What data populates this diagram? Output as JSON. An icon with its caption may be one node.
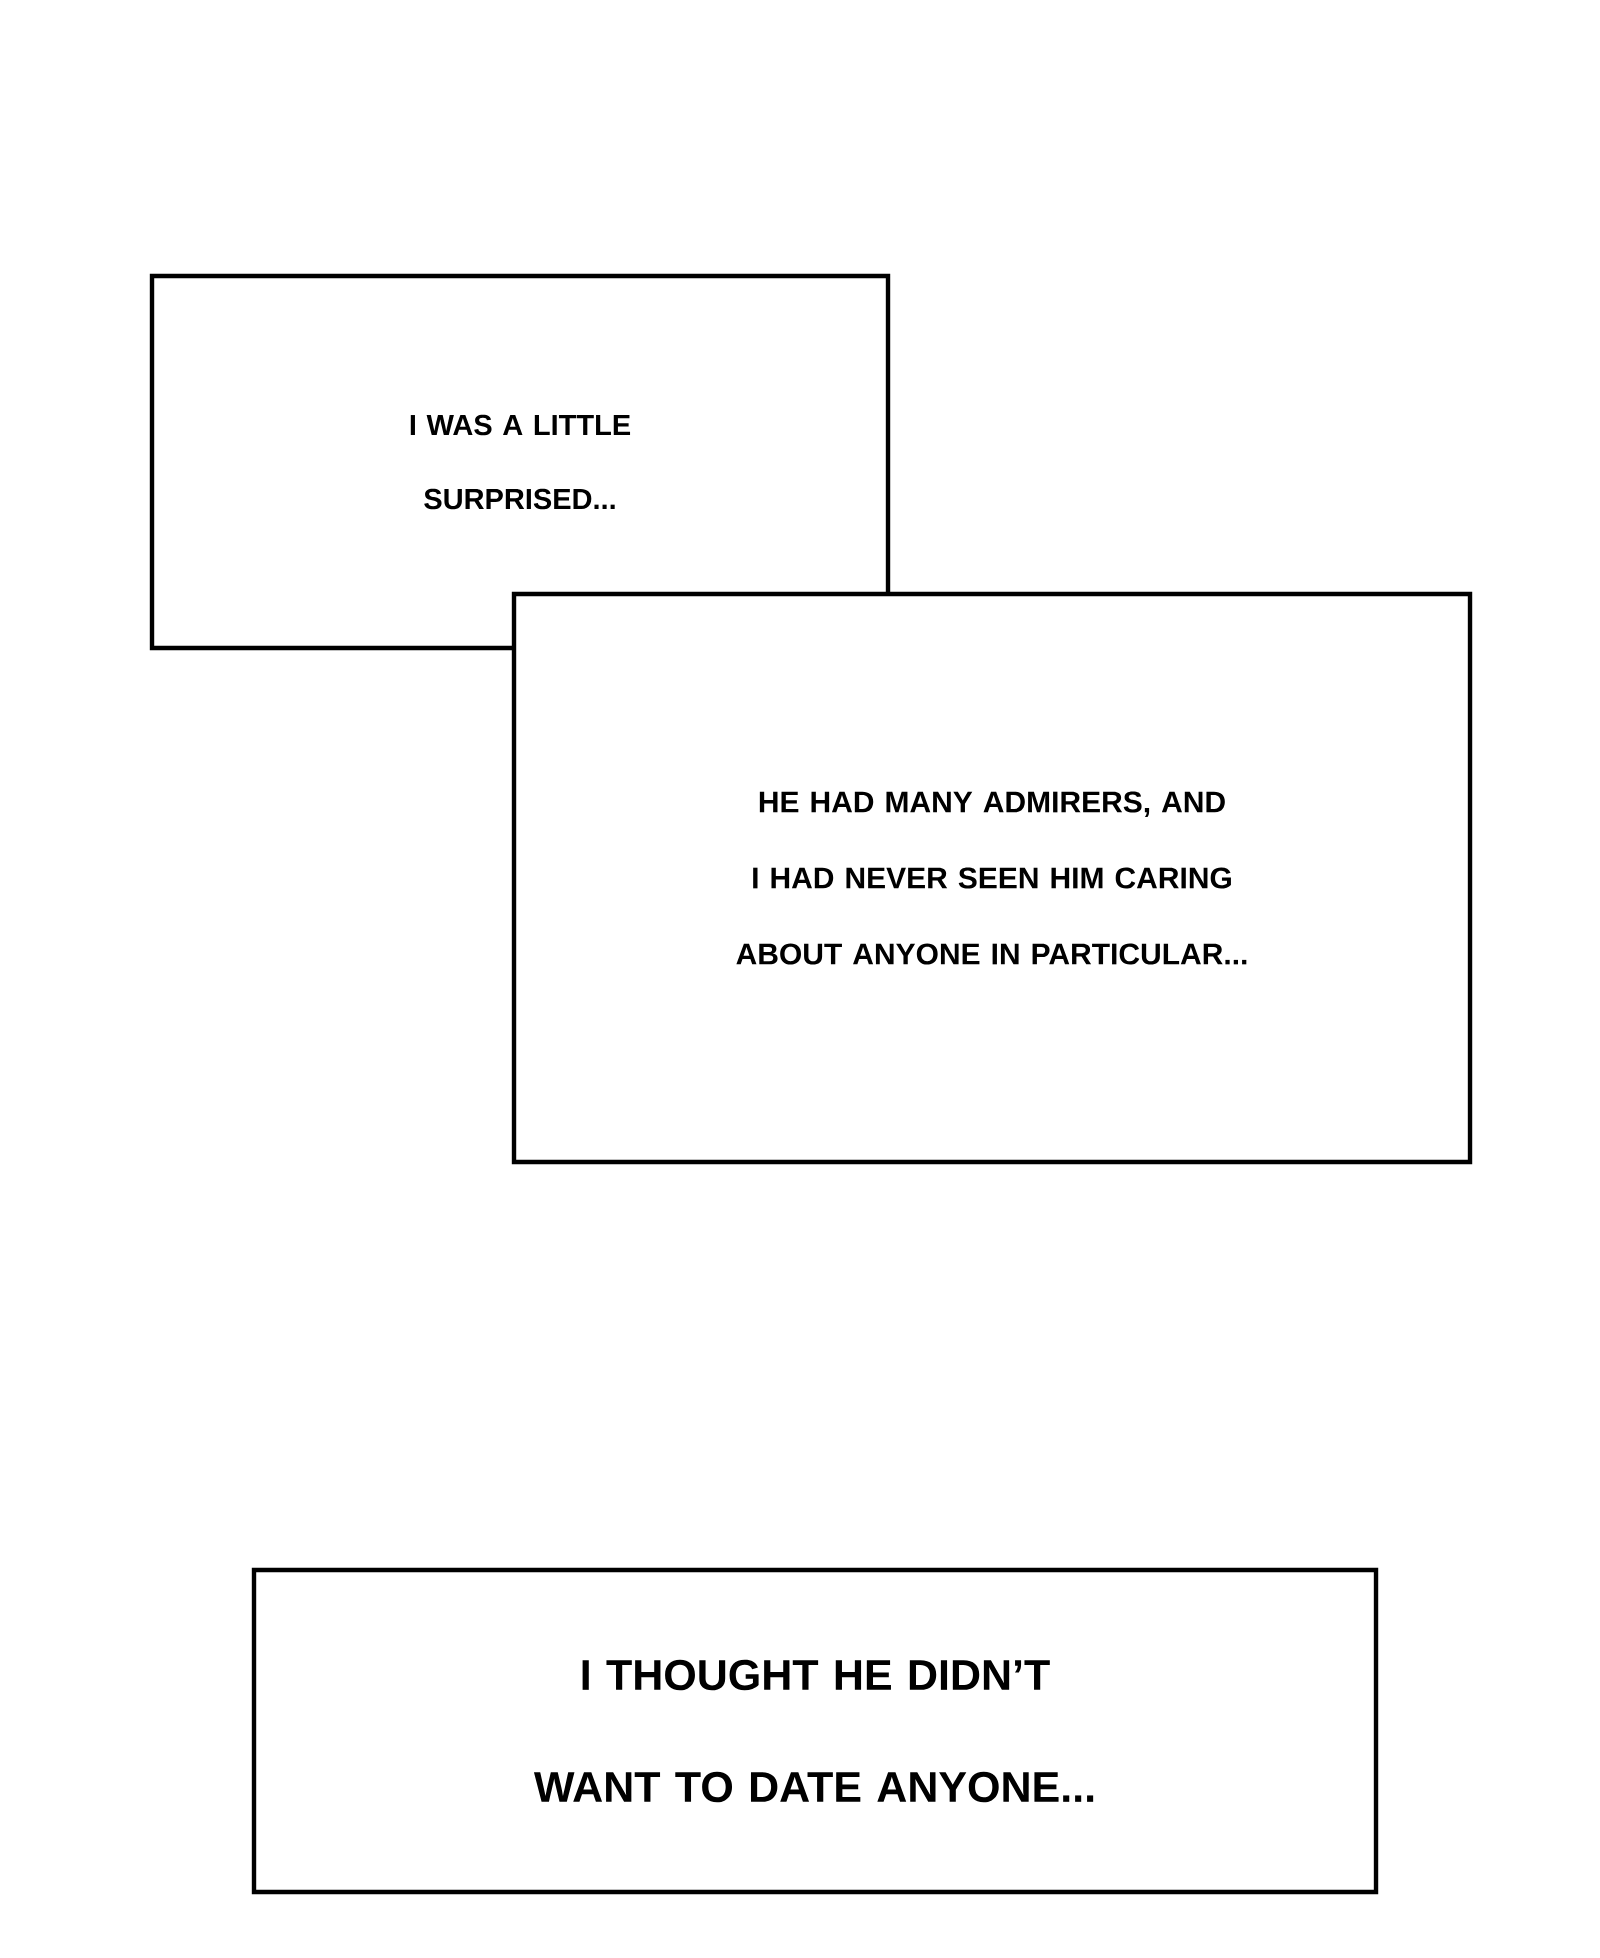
{
  "diagram": {
    "nodes": [
      {
        "text": [
          "I WAS A LITTLE SURPRISED..."
        ]
      },
      {
        "text": [
          "HE HAD MANY ADMIRERS, AND I HAD NEVER SEEN HIM CARING ABOUT ANYONE IN PARTICULAR..."
        ]
      },
      {
        "text": [
          "I THOUGHT HE DIDN’T WANT TO DATE ANYONE..."
        ]
      }
    ]
  }
}
